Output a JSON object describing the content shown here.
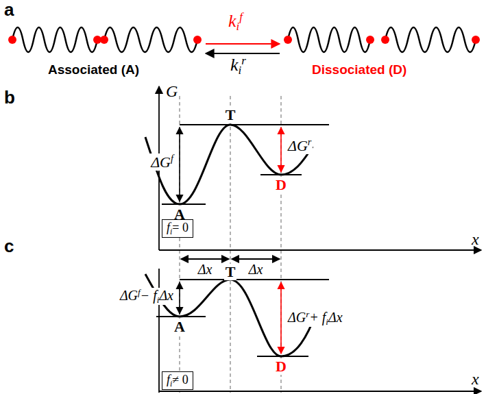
{
  "diagram": {
    "nodes": [
      {
        "text": [
          "f",
          "i",
          "= 0"
        ]
      },
      {
        "text": [
          "f",
          "i",
          "≠ 0"
        ]
      }
    ],
    "labels": [
      "a",
      "k",
      "i",
      "f",
      "k",
      "i",
      "r",
      "Associated (A)",
      "Dissociated (D)",
      "b",
      "G",
      "ΔG",
      "f",
      "T",
      "ΔG",
      "r",
      "A",
      "D",
      "x",
      "c",
      "Δx",
      "Δx",
      "ΔG",
      "f",
      "− f",
      "i",
      "Δx",
      "T",
      "ΔG",
      "r",
      "+ f",
      "i",
      "Δx",
      "A",
      "D",
      "x"
    ]
  }
}
